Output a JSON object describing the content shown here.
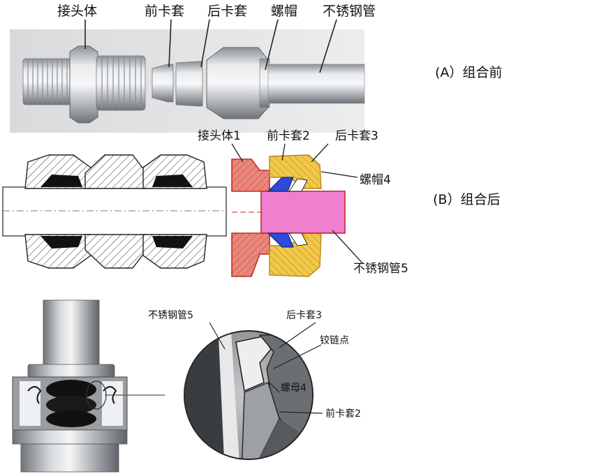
{
  "panel_a": {
    "parts": {
      "body": "接头体",
      "front_ferrule": "前卡套",
      "back_ferrule": "后卡套",
      "nut": "螺帽",
      "tube": "不锈钢管"
    },
    "caption": "(A）组合前"
  },
  "panel_b": {
    "labels": {
      "body": "接头体1",
      "front_ferrule": "前卡套2",
      "back_ferrule": "后卡套3",
      "nut": "螺帽4",
      "tube": "不锈钢管5"
    },
    "caption": "(B）组合后"
  },
  "panel_c": {
    "labels": {
      "tube": "不锈钢管5",
      "back_ferrule": "后卡套3",
      "hinge": "铰链点",
      "nut": "螺母4",
      "front_ferrule": "前卡套2"
    }
  },
  "colors": {
    "body_section": "#e8877a",
    "nut_section": "#f2c84b",
    "tube_section": "#f07fd0",
    "outline": "#c42a1e",
    "ferrule_blue": "#2d4bd8"
  }
}
